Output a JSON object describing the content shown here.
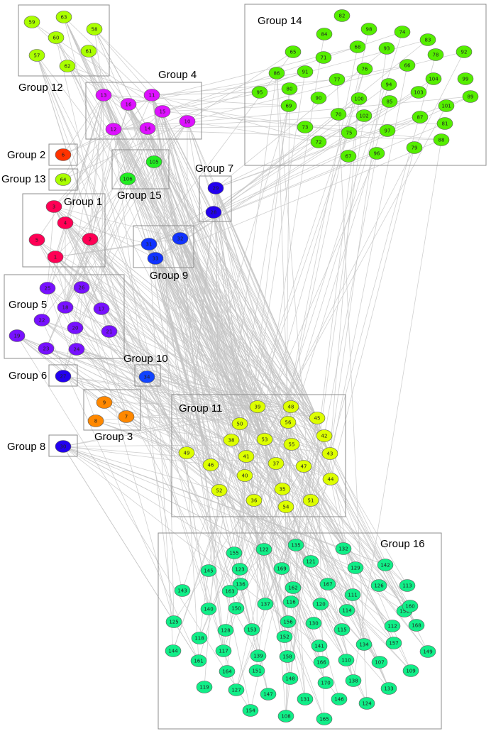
{
  "groups": [
    {
      "id": 1,
      "label": "Group 1",
      "color": "#ff0055",
      "nodes": [
        1,
        2,
        3,
        4,
        5
      ]
    },
    {
      "id": 2,
      "label": "Group 2",
      "color": "#ff3300",
      "nodes": [
        6
      ]
    },
    {
      "id": 3,
      "label": "Group 3",
      "color": "#ff8800",
      "nodes": [
        7,
        8,
        9
      ]
    },
    {
      "id": 4,
      "label": "Group 4",
      "color": "#dd11ff",
      "nodes": [
        10,
        11,
        12,
        13,
        14,
        15,
        16
      ]
    },
    {
      "id": 5,
      "label": "Group 5",
      "color": "#7711ff",
      "nodes": [
        17,
        18,
        19,
        20,
        21,
        22,
        23,
        24,
        25,
        26
      ]
    },
    {
      "id": 6,
      "label": "Group 6",
      "color": "#2200ee",
      "nodes": [
        27
      ]
    },
    {
      "id": 7,
      "label": "Group 7",
      "color": "#2200ee",
      "nodes": [
        28,
        29
      ]
    },
    {
      "id": 8,
      "label": "Group 8",
      "color": "#2200ee",
      "nodes": [
        30
      ]
    },
    {
      "id": 9,
      "label": "Group 9",
      "color": "#1133ff",
      "nodes": [
        31,
        32,
        33
      ]
    },
    {
      "id": 10,
      "label": "Group 10",
      "color": "#1144ff",
      "nodes": [
        34
      ]
    },
    {
      "id": 11,
      "label": "Group 11",
      "color": "#ddff00",
      "nodes": [
        35,
        36,
        37,
        38,
        39,
        40,
        41,
        42,
        43,
        44,
        45,
        46,
        47,
        48,
        49,
        50,
        51,
        52,
        53,
        54,
        55,
        56
      ]
    },
    {
      "id": 12,
      "label": "Group 12",
      "color": "#aaff00",
      "nodes": [
        57,
        58,
        59,
        60,
        61,
        62,
        63
      ]
    },
    {
      "id": 13,
      "label": "Group 13",
      "color": "#aaff00",
      "nodes": [
        64
      ]
    },
    {
      "id": 14,
      "label": "Group 14",
      "color": "#55ee00",
      "nodes": [
        65,
        66,
        67,
        68,
        69,
        70,
        71,
        72,
        73,
        74,
        75,
        76,
        77,
        78,
        79,
        80,
        81,
        82,
        83,
        84,
        85,
        86,
        87,
        88,
        89,
        90,
        91,
        92,
        93,
        94,
        95,
        96,
        97,
        98,
        99,
        100,
        101,
        102,
        103,
        104
      ]
    },
    {
      "id": 15,
      "label": "Group 15",
      "color": "#22ee22",
      "nodes": [
        105,
        106
      ]
    },
    {
      "id": 16,
      "label": "Group 16",
      "color": "#11ee88",
      "nodes": [
        107,
        108,
        109,
        110,
        111,
        112,
        113,
        114,
        115,
        116,
        117,
        118,
        119,
        120,
        121,
        122,
        123,
        124,
        125,
        126,
        127,
        128,
        129,
        130,
        131,
        132,
        133,
        134,
        135,
        136,
        137,
        138,
        139,
        140,
        141,
        142,
        143,
        144,
        145,
        146,
        147,
        148,
        149,
        150,
        151,
        152,
        153,
        154,
        155,
        156,
        157,
        158,
        159,
        160,
        161,
        162,
        163,
        164,
        165,
        166,
        167,
        168,
        169,
        170
      ]
    }
  ]
}
